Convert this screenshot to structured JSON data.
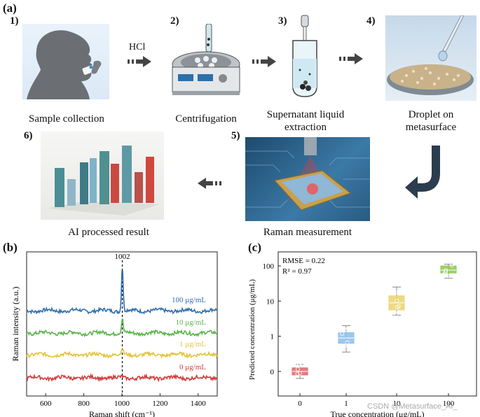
{
  "panel_a": {
    "label": "(a)",
    "steps": [
      {
        "num": "1)",
        "caption": "Sample collection"
      },
      {
        "num": "2)",
        "caption": "Centrifugation",
        "reagent": "HCl"
      },
      {
        "num": "3)",
        "caption_line1": "Supernatant liquid",
        "caption_line2": "extraction"
      },
      {
        "num": "4)",
        "caption_line1": "Droplet on",
        "caption_line2": "metasurface"
      },
      {
        "num": "5)",
        "caption": "Raman measurement"
      },
      {
        "num": "6)",
        "caption": "AI processed result"
      }
    ]
  },
  "panel_b": {
    "label": "(b)"
  },
  "panel_c": {
    "label": "(c)"
  },
  "watermark": "CSDN @Metasurface_AI_",
  "chart_data": [
    {
      "type": "line",
      "panel": "(b)",
      "xlabel": "Raman shift (cm⁻¹)",
      "ylabel": "Raman intensity (a.u.)",
      "xlim": [
        500,
        1500
      ],
      "xticks": [
        "600",
        "800",
        "1000",
        "1200",
        "1400"
      ],
      "peak_label": "1002",
      "peak_x": 1002,
      "series": [
        {
          "name": "100 μg/mL",
          "color": "#2e6fb0",
          "offset": 3,
          "peak": 2.4
        },
        {
          "name": "10 μg/mL",
          "color": "#5ab44a",
          "offset": 2,
          "peak": 0.75
        },
        {
          "name": "1 μg/mL",
          "color": "#e2c43a",
          "offset": 1,
          "peak": 0.3
        },
        {
          "name": "0 μg/mL",
          "color": "#d23c3c",
          "offset": 0,
          "peak": 0.05
        }
      ]
    },
    {
      "type": "box",
      "panel": "(c)",
      "xlabel": "True concentration (μg/mL)",
      "ylabel": "Predicted concentration (μg/mL)",
      "categories": [
        "0",
        "1",
        "10",
        "100"
      ],
      "yticks": [
        "0",
        "1",
        "10",
        "100"
      ],
      "annotations": [
        "RMSE = 0.22",
        "R² = 0.97"
      ],
      "boxes": [
        {
          "category": "0",
          "color": "#d96a6a",
          "min": -0.2,
          "q1": -0.1,
          "median": 0.0,
          "q3": 0.1,
          "max": 0.2
        },
        {
          "category": "1",
          "color": "#8cc0e8",
          "min": 0.55,
          "q1": 0.8,
          "median": 0.95,
          "q3": 1.1,
          "max": 1.3
        },
        {
          "category": "10",
          "color": "#ead470",
          "min": 1.6,
          "q1": 1.75,
          "median": 1.95,
          "q3": 2.15,
          "max": 2.4
        },
        {
          "category": "100",
          "color": "#8cc850",
          "min": 2.65,
          "q1": 2.8,
          "median": 2.88,
          "q3": 3.0,
          "max": 3.05
        }
      ]
    }
  ]
}
